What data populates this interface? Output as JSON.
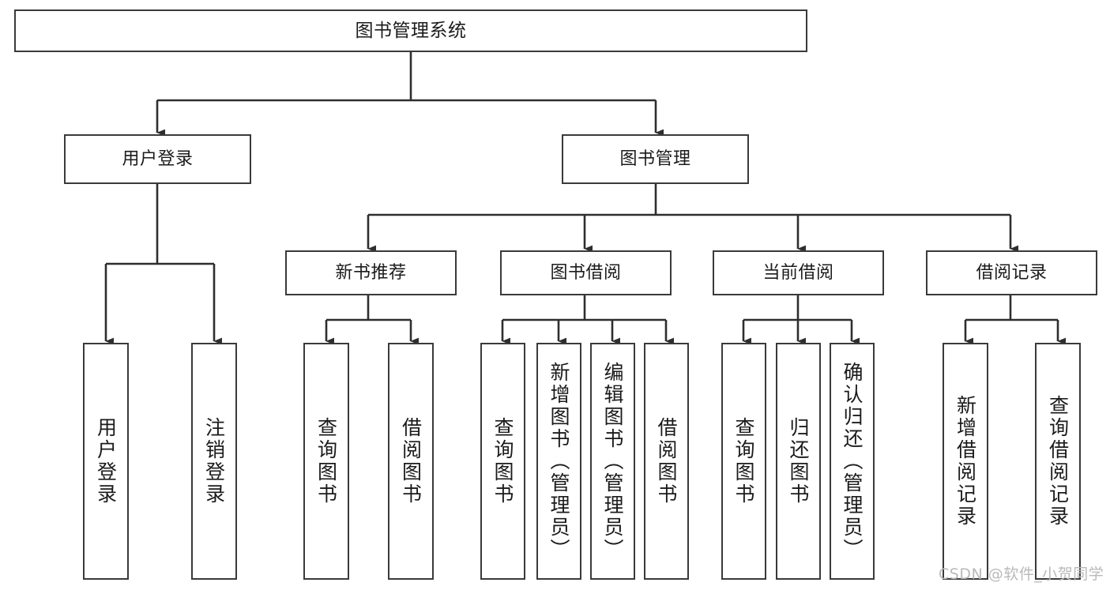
{
  "diagram": {
    "type": "tree-hierarchy",
    "title": "图书管理系统",
    "root": {
      "label": "图书管理系统",
      "orientation": "horizontal"
    },
    "level2": [
      {
        "label": "用户登录",
        "orientation": "horizontal"
      },
      {
        "label": "图书管理",
        "orientation": "horizontal"
      }
    ],
    "level3": [
      {
        "label": "新书推荐",
        "orientation": "horizontal"
      },
      {
        "label": "图书借阅",
        "orientation": "horizontal"
      },
      {
        "label": "当前借阅",
        "orientation": "horizontal"
      },
      {
        "label": "借阅记录",
        "orientation": "horizontal"
      }
    ],
    "leaves": {
      "user_login": [
        {
          "label": "用户登录"
        },
        {
          "label": "注销登录"
        }
      ],
      "new_book_recommend": [
        {
          "label": "查询图书"
        },
        {
          "label": "借阅图书"
        }
      ],
      "book_borrow": [
        {
          "label": "查询图书"
        },
        {
          "label": "新增图书（管理员）"
        },
        {
          "label": "编辑图书（管理员）"
        },
        {
          "label": "借阅图书"
        }
      ],
      "current_borrow": [
        {
          "label": "查询图书"
        },
        {
          "label": "归还图书"
        },
        {
          "label": "确认归还（管理员）"
        }
      ],
      "borrow_records": [
        {
          "label": "新增借阅记录"
        },
        {
          "label": "查询借阅记录"
        }
      ]
    }
  },
  "watermark": {
    "text": "CSDN @软件_小贺同学"
  },
  "colors": {
    "border": "#3a3a3a",
    "text": "#1b1b1b",
    "background": "#ffffff",
    "connector": "#2e2e2e",
    "watermark": "#b9b9b9"
  }
}
